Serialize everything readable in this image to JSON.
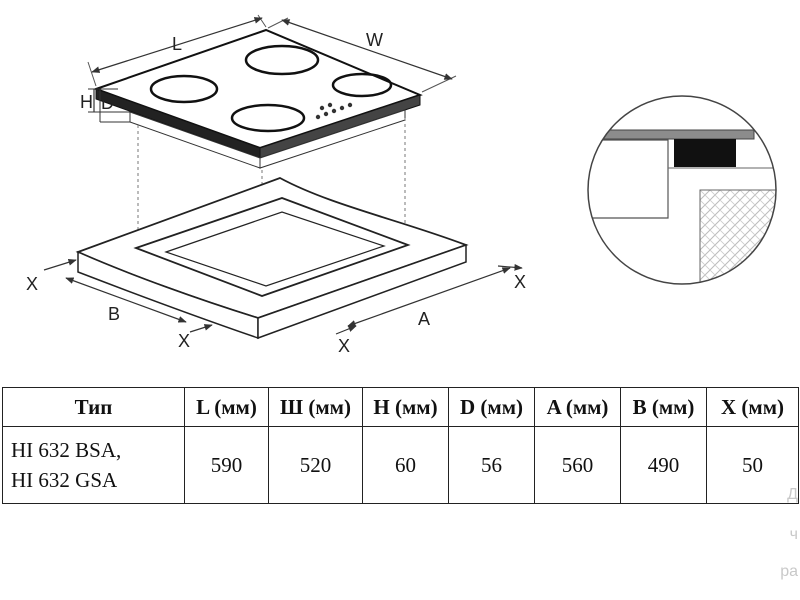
{
  "diagram": {
    "labels": {
      "L": "L",
      "W": "W",
      "H": "H",
      "D": "D",
      "A": "A",
      "B": "B",
      "X": "X"
    }
  },
  "table": {
    "headers": [
      "Тип",
      "L (мм)",
      "Ш (мм)",
      "H (мм)",
      "D (мм)",
      "A (мм)",
      "B (мм)",
      "X (мм)"
    ],
    "rows": [
      {
        "type_lines": [
          "HI 632 BSA,",
          "HI 632 GSA"
        ],
        "values": [
          "590",
          "520",
          "60",
          "56",
          "560",
          "490",
          "50"
        ]
      }
    ]
  },
  "watermark": [
    "Д",
    "ч",
    "ра"
  ]
}
